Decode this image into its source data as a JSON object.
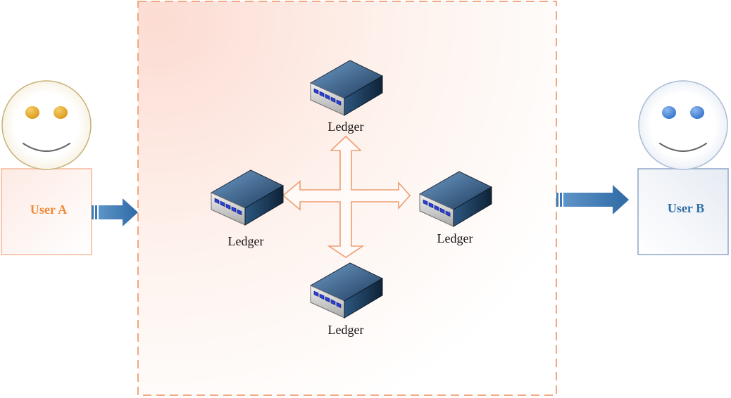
{
  "colors": {
    "network_border": "#f2a882",
    "network_fill": "#fde9e2",
    "user_a": "#f08a3a",
    "user_a_face_stroke": "#c8b27a",
    "user_a_eye": "#e0a21a",
    "user_b": "#2e6fa6",
    "user_b_face_stroke": "#a9bcd6",
    "user_b_eye": "#4a86d8",
    "flow_arrow": "#3d7ab5",
    "ledger_arrow": "#ee9d72"
  },
  "user_a": {
    "label": "User A",
    "icon": "smiley-face-icon"
  },
  "user_b": {
    "label": "User B",
    "icon": "smiley-face-icon"
  },
  "ledgers": {
    "top": {
      "label": "Ledger",
      "icon": "server-icon"
    },
    "left": {
      "label": "Ledger",
      "icon": "server-icon"
    },
    "right": {
      "label": "Ledger",
      "icon": "server-icon"
    },
    "bottom": {
      "label": "Ledger",
      "icon": "server-icon"
    }
  }
}
